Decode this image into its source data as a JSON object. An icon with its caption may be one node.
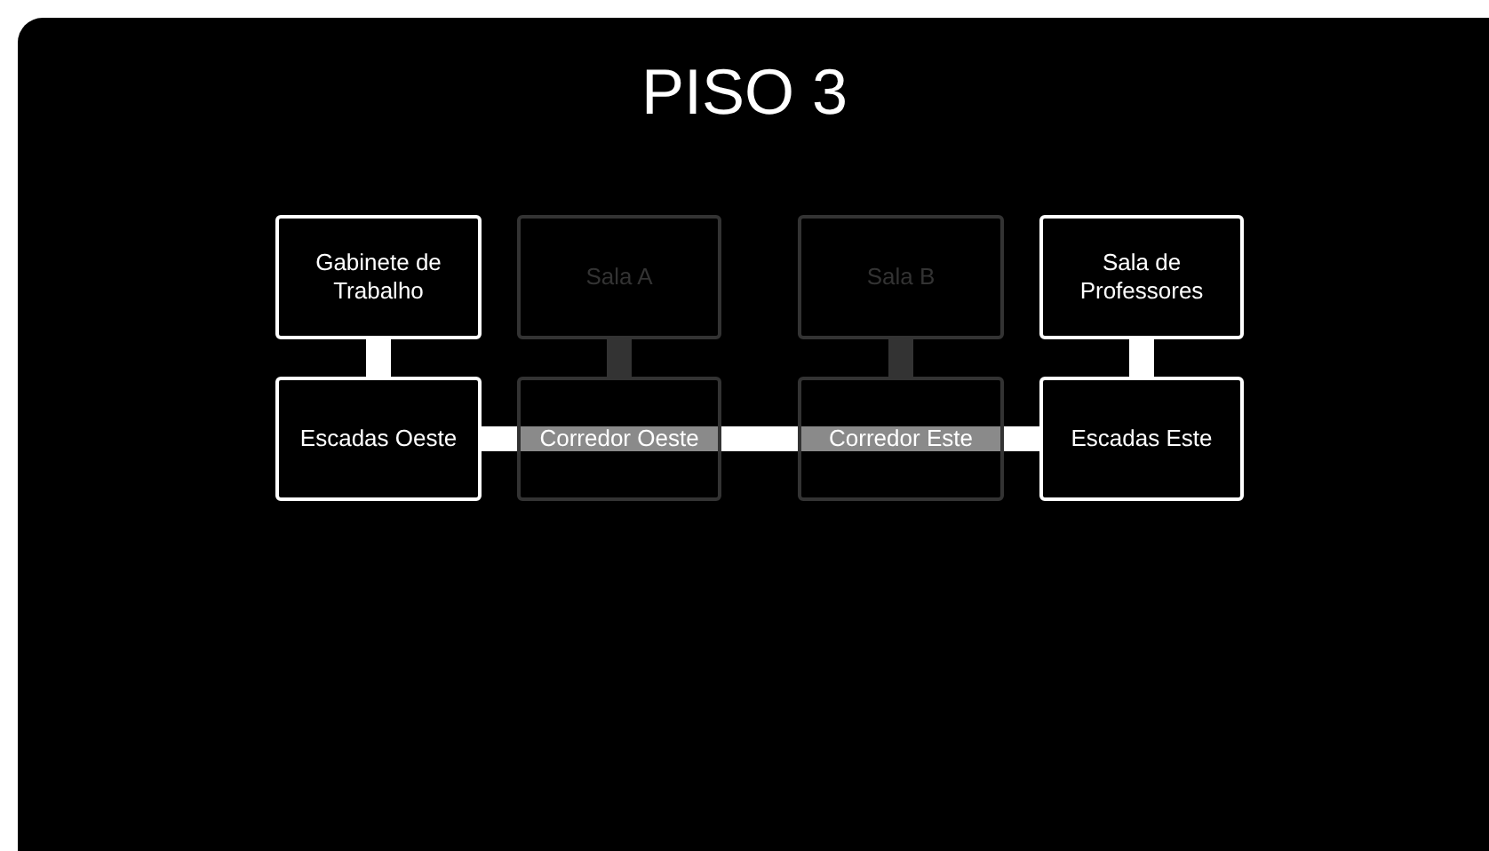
{
  "diagram": {
    "title": "PISO 3",
    "nodes": [
      {
        "text": [
          "Gabinete de Trabalho"
        ]
      },
      {
        "text": [
          "Sala A"
        ]
      },
      {
        "text": [
          "Sala B"
        ]
      },
      {
        "text": [
          "Sala de Professores"
        ]
      },
      {
        "text": [
          "Escadas Oeste"
        ]
      },
      {
        "text": [
          "Corredor Oeste"
        ]
      },
      {
        "text": [
          "Corredor Este"
        ]
      },
      {
        "text": [
          "Escadas Este"
        ]
      }
    ],
    "edges": [
      {
        "from": 0,
        "to": 4,
        "arrow": "none"
      },
      {
        "from": 1,
        "to": 5,
        "arrow": "none",
        "color": "#333333"
      },
      {
        "from": 2,
        "to": 6,
        "arrow": "none",
        "color": "#333333"
      },
      {
        "from": 3,
        "to": 7,
        "arrow": "none"
      },
      {
        "from": 4,
        "to": 5,
        "arrow": "none"
      },
      {
        "from": 5,
        "to": 6,
        "arrow": "none"
      },
      {
        "from": 6,
        "to": 7,
        "arrow": "none"
      }
    ]
  }
}
